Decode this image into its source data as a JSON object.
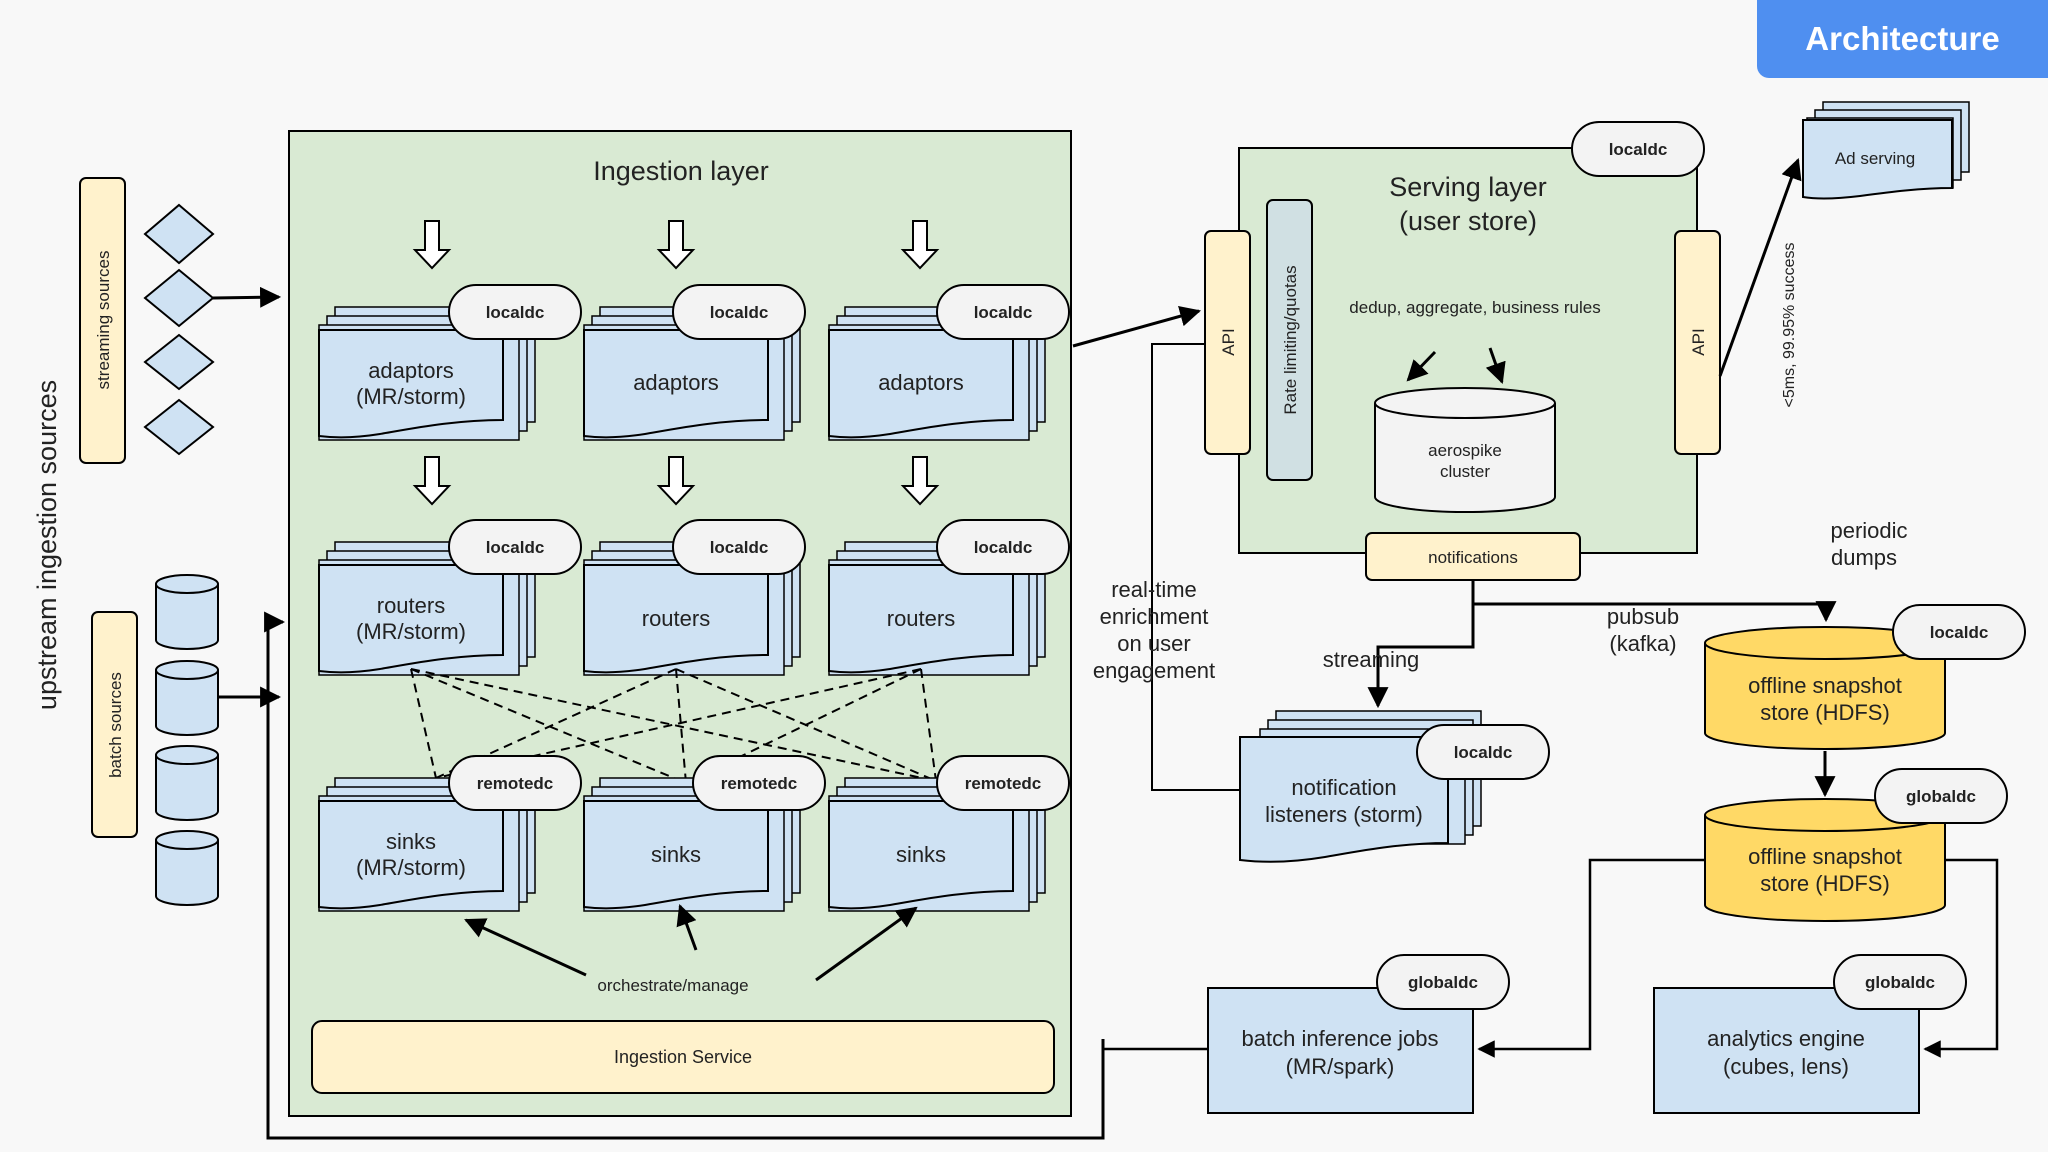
{
  "badge": "Architecture",
  "labels": {
    "upstream": "upstream ingestion sources",
    "streaming_sources": "streaming sources",
    "batch_sources": "batch sources",
    "ingestion_layer": "Ingestion layer",
    "adaptors_mr": [
      "adaptors",
      "(MR/storm)"
    ],
    "adaptors": "adaptors",
    "routers_mr": [
      "routers",
      "(MR/storm)"
    ],
    "routers": "routers",
    "sinks_mr": [
      "sinks",
      "(MR/storm)"
    ],
    "sinks": "sinks",
    "localdc": "localdc",
    "remotedc": "remotedc",
    "globaldc": "globaldc",
    "orchestrate": "orchestrate/manage",
    "ingestion_service": "Ingestion Service",
    "api": "API",
    "rate_limiting": "Rate limiting/quotas",
    "serving_layer": [
      "Serving layer",
      "(user store)"
    ],
    "dedup": "dedup, aggregate, business rules",
    "aerospike": [
      "aerospike",
      "cluster"
    ],
    "notifications": "notifications",
    "ad_serving": "Ad serving",
    "latency": "<5ms, 99.95% success",
    "realtime": [
      "real-time",
      "enrichment",
      "on user",
      "engagement"
    ],
    "streaming": "streaming",
    "pubsub": [
      "pubsub",
      "(kafka)"
    ],
    "periodic": [
      "periodic",
      "dumps"
    ],
    "notification_listeners": [
      "notification",
      "listeners (storm)"
    ],
    "offline_snapshot": [
      "offline snapshot",
      "store (HDFS)"
    ],
    "batch_inference": [
      "batch inference jobs",
      "(MR/spark)"
    ],
    "analytics": [
      "analytics engine",
      "(cubes, lens)"
    ]
  },
  "colors": {
    "green": "#d9ead3",
    "blue": "#cfe2f3",
    "cream": "#fff2cc",
    "yellow": "#ffd966",
    "grey_blue": "#d0e0e3",
    "pill": "#f3f3f3",
    "accent": "#4f8ff0"
  }
}
